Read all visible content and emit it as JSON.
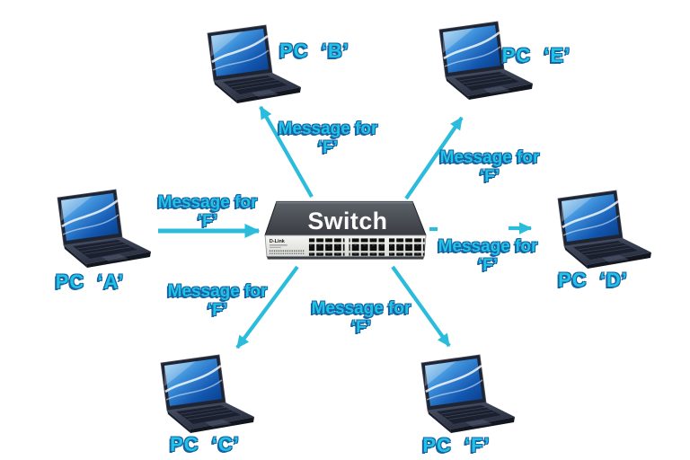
{
  "canvas": {
    "background": "#ffffff"
  },
  "colors": {
    "arrow": "#2bbcdc",
    "label_fill": "#1fc3e5",
    "label_outline": "#1a61a2",
    "switch_top": "#484c53",
    "switch_front": "#eeeeec",
    "laptop_screen_blue": "#1257b0"
  },
  "switch_device": {
    "label": "Switch",
    "brand": "D-Link"
  },
  "pcs": [
    {
      "id": "a",
      "label": "PC ‘A’"
    },
    {
      "id": "b",
      "label": "PC ‘B’"
    },
    {
      "id": "c",
      "label": "PC ‘C’"
    },
    {
      "id": "d",
      "label": "PC ‘D’"
    },
    {
      "id": "e",
      "label": "PC ‘E’"
    },
    {
      "id": "f",
      "label": "PC ‘F’"
    }
  ],
  "messages": [
    {
      "id": "a-to-switch",
      "from": "PC A",
      "to": "Switch",
      "line1": "Message for",
      "line2": "‘F’"
    },
    {
      "id": "switch-to-b",
      "from": "Switch",
      "to": "PC B",
      "line1": "Message for",
      "line2": "‘F’"
    },
    {
      "id": "switch-to-c",
      "from": "Switch",
      "to": "PC C",
      "line1": "Message for",
      "line2": "‘F’"
    },
    {
      "id": "switch-to-d",
      "from": "Switch",
      "to": "PC D",
      "line1": "Message for",
      "line2": "‘F’"
    },
    {
      "id": "switch-to-e",
      "from": "Switch",
      "to": "PC E",
      "line1": "Message for",
      "line2": "‘F’"
    },
    {
      "id": "switch-to-f",
      "from": "Switch",
      "to": "PC F",
      "line1": "Message for",
      "line2": "‘F’"
    }
  ]
}
